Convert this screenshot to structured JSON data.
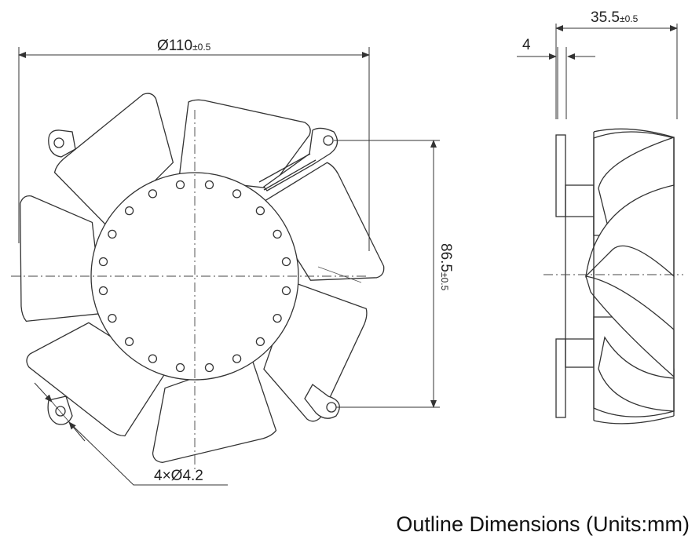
{
  "front_view": {
    "diameter": {
      "main": "Ø110",
      "tol": "±0.5"
    },
    "mount_span": {
      "main": "86.5",
      "tol": "±0.5"
    },
    "holes": "4×Ø4.2"
  },
  "side_view": {
    "depth": {
      "main": "35.5",
      "tol": "±0.5"
    },
    "flange": "4"
  },
  "caption": "Outline Dimensions (Units:mm)",
  "colors": {
    "line": "#333333",
    "thin": "#555555"
  }
}
